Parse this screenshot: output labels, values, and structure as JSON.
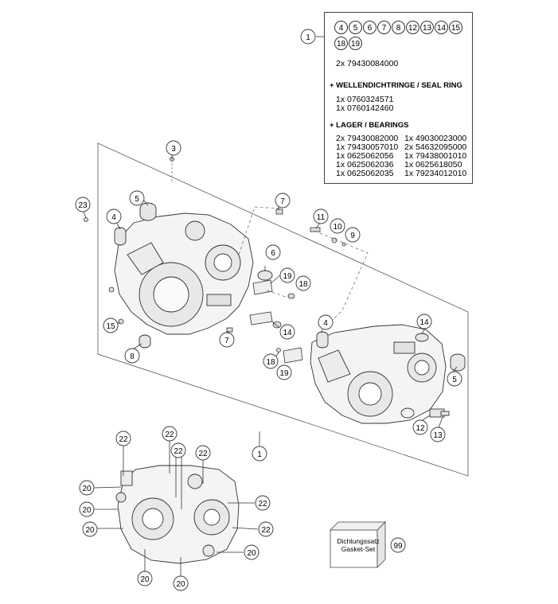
{
  "legend": {
    "callout": "1",
    "circle_numbers": [
      "4",
      "5",
      "6",
      "7",
      "8",
      "12",
      "13",
      "14",
      "15",
      "18",
      "19"
    ],
    "qty_line": "2x 79430084000",
    "seal_header": "+ WELLENDICHTRINGE /  SEAL RING",
    "seal_items": [
      "1x 0760324571",
      "1x 0760142460"
    ],
    "bearing_header": "+ LAGER / BEARINGS",
    "bearings_left": [
      "2x 79430082000",
      "1x 79430057010",
      "1x 0625062056",
      "1x 0625062036",
      "1x 0625062035"
    ],
    "bearings_right": [
      "1x 49030023000",
      "2x 54632095000",
      "1x 79438001010",
      "1x 0625618050",
      "1x 79234012010"
    ]
  },
  "callouts": {
    "c1_legend": "1",
    "c3": "3",
    "c5a": "5",
    "c23": "23",
    "c4a": "4",
    "c7a": "7",
    "c11": "11",
    "c10": "10",
    "c9": "9",
    "c6": "6",
    "c19a": "19",
    "c18a": "18",
    "c15": "15",
    "c8": "8",
    "c7b": "7",
    "c14a": "14",
    "c4b": "4",
    "c14b": "14",
    "c5b": "5",
    "c18b": "18",
    "c19b": "19",
    "c12": "12",
    "c13": "13",
    "c1_main": "1",
    "c22a": "22",
    "c22b": "22",
    "c22c": "22",
    "c22d": "22",
    "c22e": "22",
    "c22f": "22",
    "c20a": "20",
    "c20b": "20",
    "c20c": "20",
    "c20d": "20",
    "c20e": "20",
    "c20f": "20",
    "c99": "99"
  },
  "gasket_kit": {
    "line1": "Dichtungssatz",
    "line2": "Gasket-Set"
  }
}
